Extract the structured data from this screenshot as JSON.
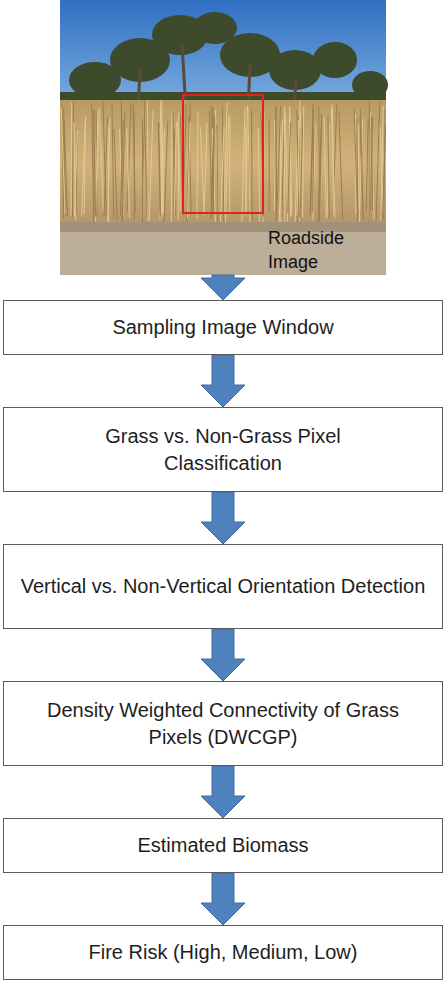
{
  "diagram": {
    "nodes": [
      {
        "text": [
          "Roadside Image"
        ]
      },
      {
        "text": [
          "Sampling Image Window"
        ]
      },
      {
        "text": [
          "Grass vs. Non-Grass Pixel Classification"
        ]
      },
      {
        "text": [
          "Vertical vs. Non-Vertical Orientation Detection"
        ]
      },
      {
        "text": [
          "Density Weighted Connectivity of Grass Pixels (DWCGP)"
        ]
      },
      {
        "text": [
          "Estimated Biomass"
        ]
      },
      {
        "text": [
          "Fire Risk (High, Medium, Low)"
        ]
      }
    ],
    "edges": [
      {
        "from": 0,
        "to": 1,
        "arrow": "to"
      },
      {
        "from": 1,
        "to": 2,
        "arrow": "to"
      },
      {
        "from": 2,
        "to": 3,
        "arrow": "to"
      },
      {
        "from": 3,
        "to": 4,
        "arrow": "to"
      },
      {
        "from": 4,
        "to": 5,
        "arrow": "to"
      },
      {
        "from": 5,
        "to": 6,
        "arrow": "to"
      }
    ]
  }
}
